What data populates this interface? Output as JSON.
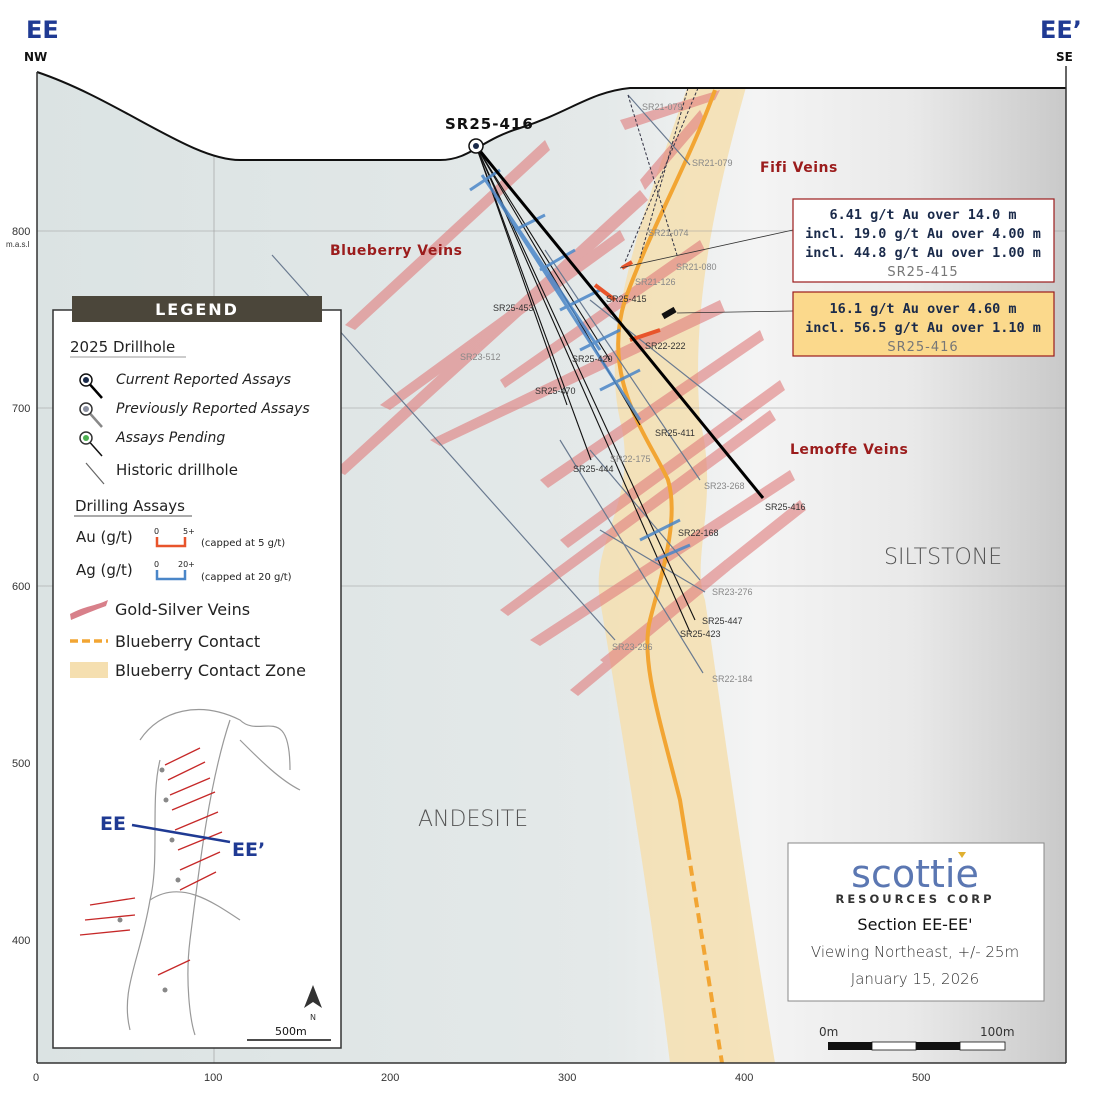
{
  "section": {
    "left_label": "EE",
    "right_label": "EE’",
    "left_direction": "NW",
    "right_direction": "SE",
    "colors": {
      "navy": "#1f3a93",
      "vein": "#e08585",
      "contact": "#f2a533",
      "zone": "#f5dfb0",
      "au": "#e8542b",
      "ag": "#4a86c8"
    }
  },
  "axes": {
    "x_ticks": [
      "0",
      "100",
      "200",
      "300",
      "400",
      "500"
    ],
    "y_ticks": [
      "800",
      "700",
      "600",
      "500",
      "400"
    ],
    "y_unit": "m.a.s.l"
  },
  "collar": {
    "name": "SR25-416"
  },
  "vein_names": [
    "Blueberry Veins",
    "Fifi Veins",
    "Lemoffe Veins"
  ],
  "rock_units": [
    "ANDESITE",
    "SILTSTONE"
  ],
  "drillhole_labels": [
    "SR21-079",
    "SR21-079",
    "SR21-074",
    "SR21-080",
    "SR21-126",
    "SR25-415",
    "SR25-453",
    "SR22-222",
    "SR23-512",
    "SR25-470",
    "SR25-420",
    "SR25-411",
    "SR22-175",
    "SR25-444",
    "SR23-268",
    "SR25-416",
    "SR22-168",
    "SR23-276",
    "SR25-447",
    "SR25-423",
    "SR23-296",
    "SR22-184"
  ],
  "assay_boxes": [
    {
      "lines": [
        "6.41 g/t Au over 14.0 m",
        "incl. 19.0 g/t Au over 4.00 m",
        "incl. 44.8 g/t Au over 1.00 m"
      ],
      "hole": "SR25-415"
    },
    {
      "lines": [
        "16.1 g/t Au over 4.60 m",
        "incl. 56.5 g/t Au over 1.10 m"
      ],
      "hole": "SR25-416"
    }
  ],
  "legend": {
    "title": "LEGEND",
    "drillhole_heading": "2025 Drillhole",
    "drillhole_items": [
      "Current Reported Assays",
      "Previously Reported Assays",
      "Assays Pending",
      "Historic drillhole"
    ],
    "assays_heading": "Drilling Assays",
    "au": {
      "label": "Au (g/t)",
      "min": "0",
      "max": "5+",
      "note": "(capped at 5 g/t)"
    },
    "ag": {
      "label": "Ag (g/t)",
      "min": "0",
      "max": "20+",
      "note": "(capped at 20 g/t)"
    },
    "feature_items": [
      "Gold-Silver Veins",
      "Blueberry Contact",
      "Blueberry Contact Zone"
    ],
    "inset": {
      "left_label": "EE",
      "right_label": "EE’",
      "north": "N",
      "scale": "500m"
    }
  },
  "title_block": {
    "logo_main": "scottie",
    "logo_sub": "RESOURCES CORP",
    "section": "Section EE-EE'",
    "viewing": "Viewing Northeast, +/- 25m",
    "date": "January 15, 2026"
  },
  "scale_bar": {
    "start": "0m",
    "end": "100m"
  }
}
